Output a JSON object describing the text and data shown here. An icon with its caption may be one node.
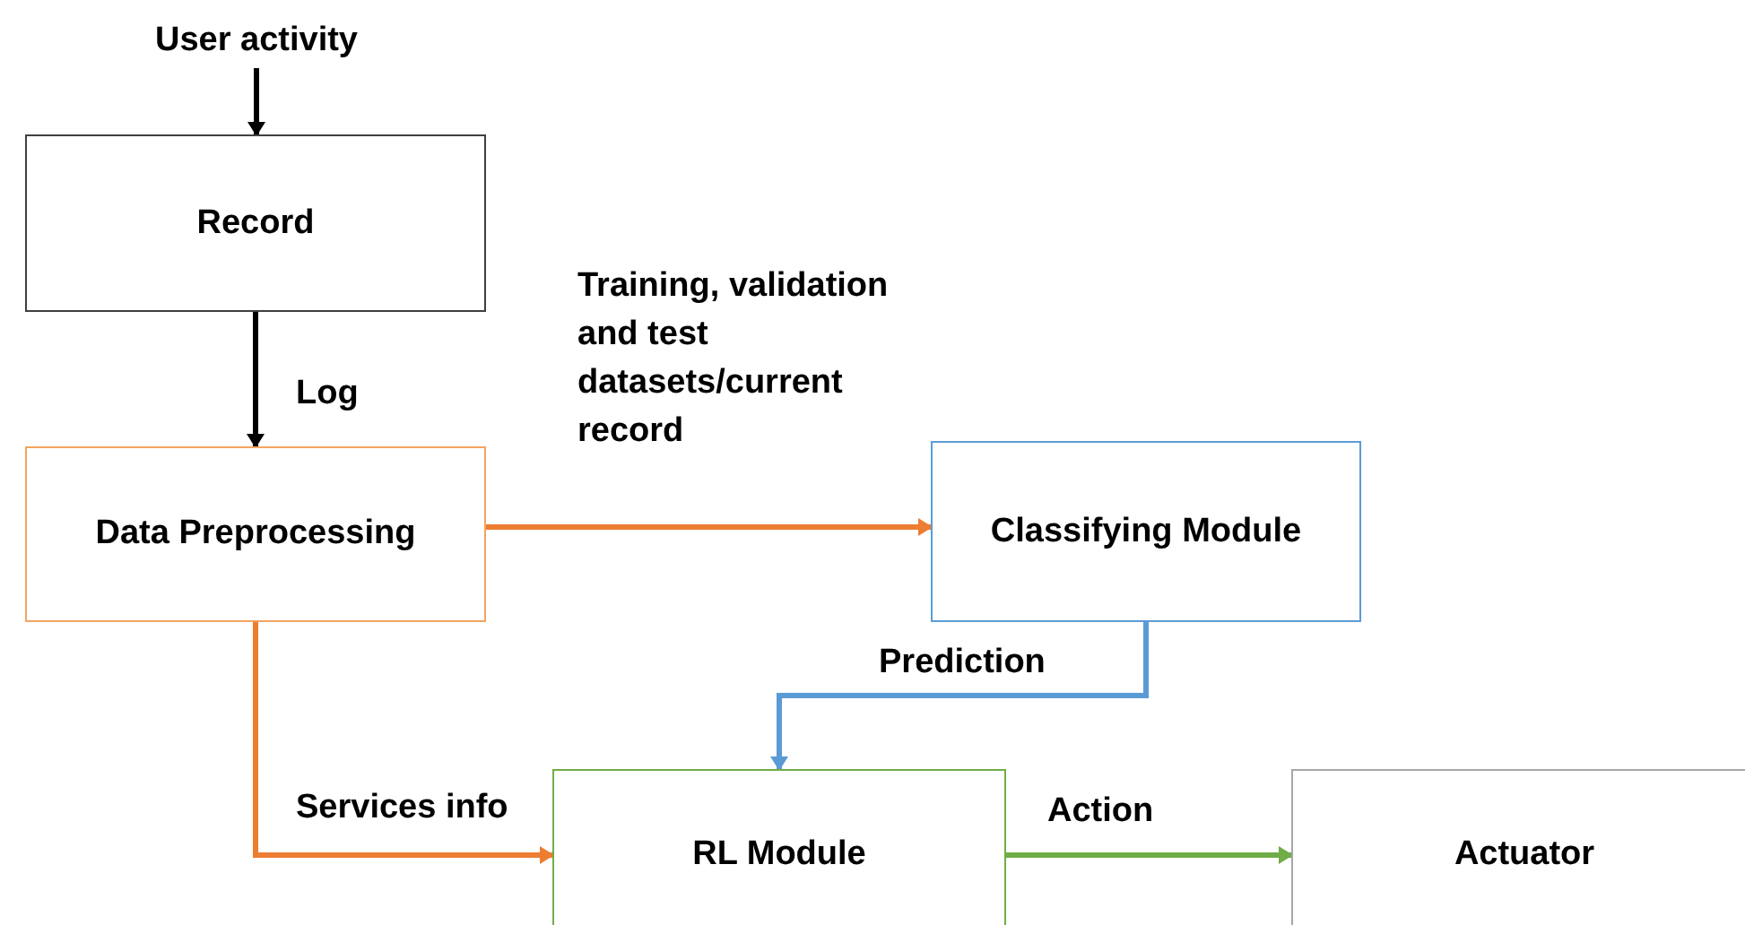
{
  "diagram": {
    "nodes": [
      {
        "text": [
          "User activity"
        ]
      },
      {
        "text": [
          "Record"
        ]
      },
      {
        "text": [
          "Data Preprocessing"
        ]
      },
      {
        "text": [
          "Classifying Module"
        ]
      },
      {
        "text": [
          "RL Module"
        ]
      },
      {
        "text": [
          "Actuator"
        ]
      }
    ],
    "edges": [
      {
        "from": 0,
        "to": 1,
        "arrow": "to",
        "color": "#000000"
      },
      {
        "from": 1,
        "to": 2,
        "arrow": "to",
        "label": "Log",
        "color": "#000000"
      },
      {
        "from": 2,
        "to": 3,
        "arrow": "to",
        "label": "Training, validation and test datasets/current record",
        "color": "#ed7d31"
      },
      {
        "from": 3,
        "to": 4,
        "arrow": "to",
        "label": "Prediction",
        "color": "#5b9bd5"
      },
      {
        "from": 2,
        "to": 4,
        "arrow": "to",
        "label": "Services info",
        "color": "#ed7d31"
      },
      {
        "from": 4,
        "to": 5,
        "arrow": "to",
        "label": "Action",
        "color": "#70ad47"
      }
    ]
  }
}
